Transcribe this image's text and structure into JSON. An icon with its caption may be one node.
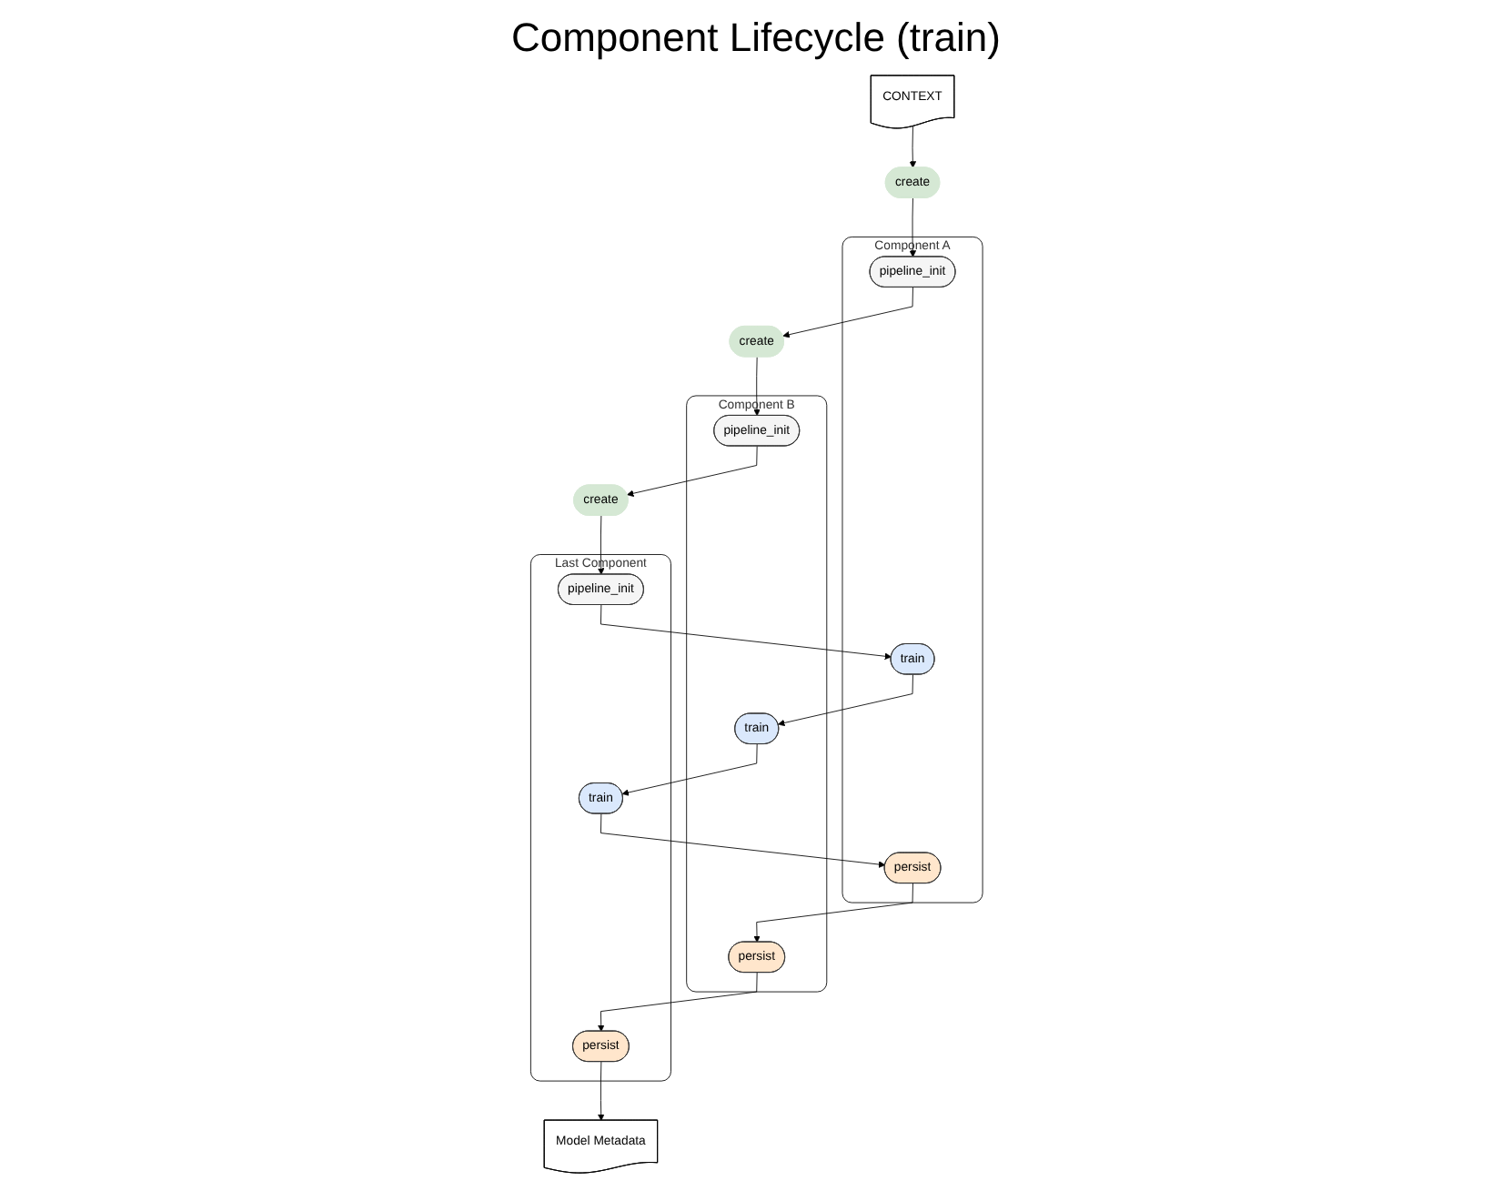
{
  "diagram": {
    "title": "Component Lifecycle (train)",
    "nodes": [
      {
        "text": [
          "CONTEXT"
        ]
      },
      {
        "text": [
          "Component A"
        ]
      },
      {
        "text": [
          "create"
        ]
      },
      {
        "text": [
          "pipeline_init"
        ],
        "in": 1
      },
      {
        "text": [
          "train"
        ],
        "in": 1
      },
      {
        "text": [
          "persist"
        ],
        "in": 1
      },
      {
        "text": [
          "Component B"
        ]
      },
      {
        "text": [
          "create"
        ]
      },
      {
        "text": [
          "pipeline_init"
        ],
        "in": 6
      },
      {
        "text": [
          "train"
        ],
        "in": 6
      },
      {
        "text": [
          "persist"
        ],
        "in": 6
      },
      {
        "text": [
          "Last Component"
        ]
      },
      {
        "text": [
          "create"
        ]
      },
      {
        "text": [
          "pipeline_init"
        ],
        "in": 11
      },
      {
        "text": [
          "train"
        ],
        "in": 11
      },
      {
        "text": [
          "persist"
        ],
        "in": 11
      },
      {
        "text": [
          "Model Metadata"
        ]
      }
    ],
    "edges": [
      {
        "from": 0,
        "to": 2,
        "arrow": "to"
      },
      {
        "from": 2,
        "to": 3,
        "arrow": "to"
      },
      {
        "from": 13,
        "to": 4,
        "arrow": "to"
      },
      {
        "from": 14,
        "to": 5,
        "arrow": "to"
      },
      {
        "from": 3,
        "to": 7,
        "arrow": "to"
      },
      {
        "from": 4,
        "to": 9,
        "arrow": "to"
      },
      {
        "from": 5,
        "to": 10,
        "arrow": "to"
      },
      {
        "from": 7,
        "to": 8,
        "arrow": "to"
      },
      {
        "from": 8,
        "to": 12,
        "arrow": "to"
      },
      {
        "from": 9,
        "to": 14,
        "arrow": "to"
      },
      {
        "from": 10,
        "to": 15,
        "arrow": "to"
      },
      {
        "from": 12,
        "to": 13,
        "arrow": "to"
      },
      {
        "from": 15,
        "to": 16,
        "arrow": "to"
      }
    ]
  }
}
